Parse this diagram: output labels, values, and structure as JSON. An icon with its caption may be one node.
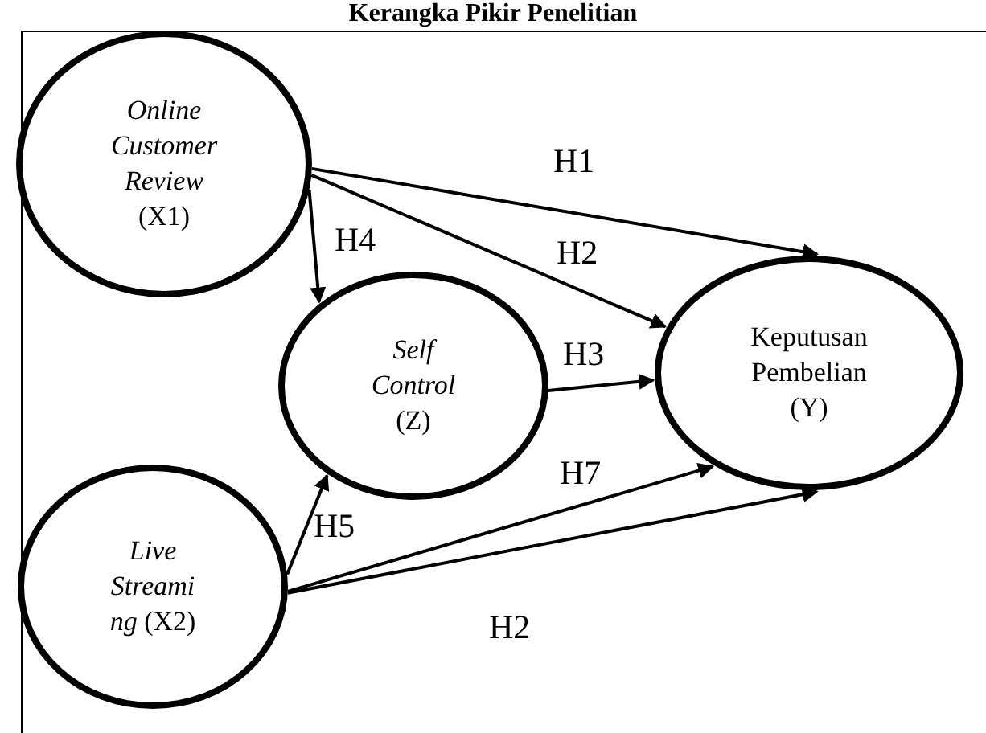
{
  "diagram": {
    "title": "Kerangka Pikir Penelitian",
    "nodes": [
      {
        "text": [
          "*Online Customer Review* (X1)"
        ]
      },
      {
        "text": [
          "*Self Control* (Z)"
        ]
      },
      {
        "text": [
          "Keputusan Pembelian (Y)"
        ]
      },
      {
        "text": [
          "*Live Streami ng* (X2)"
        ]
      }
    ],
    "edges": [
      {
        "from": 0,
        "to": 2,
        "arrow": "to",
        "label": "H1"
      },
      {
        "from": 0,
        "to": 2,
        "arrow": "to",
        "label": "H2"
      },
      {
        "from": 0,
        "to": 1,
        "arrow": "to",
        "label": "H4"
      },
      {
        "from": 1,
        "to": 2,
        "arrow": "to",
        "label": "H3"
      },
      {
        "from": 3,
        "to": 2,
        "arrow": "to",
        "label": "H7"
      },
      {
        "from": 3,
        "to": 2,
        "arrow": "to",
        "label": "H2"
      },
      {
        "from": 3,
        "to": 1,
        "arrow": "to",
        "label": "H5"
      }
    ]
  }
}
